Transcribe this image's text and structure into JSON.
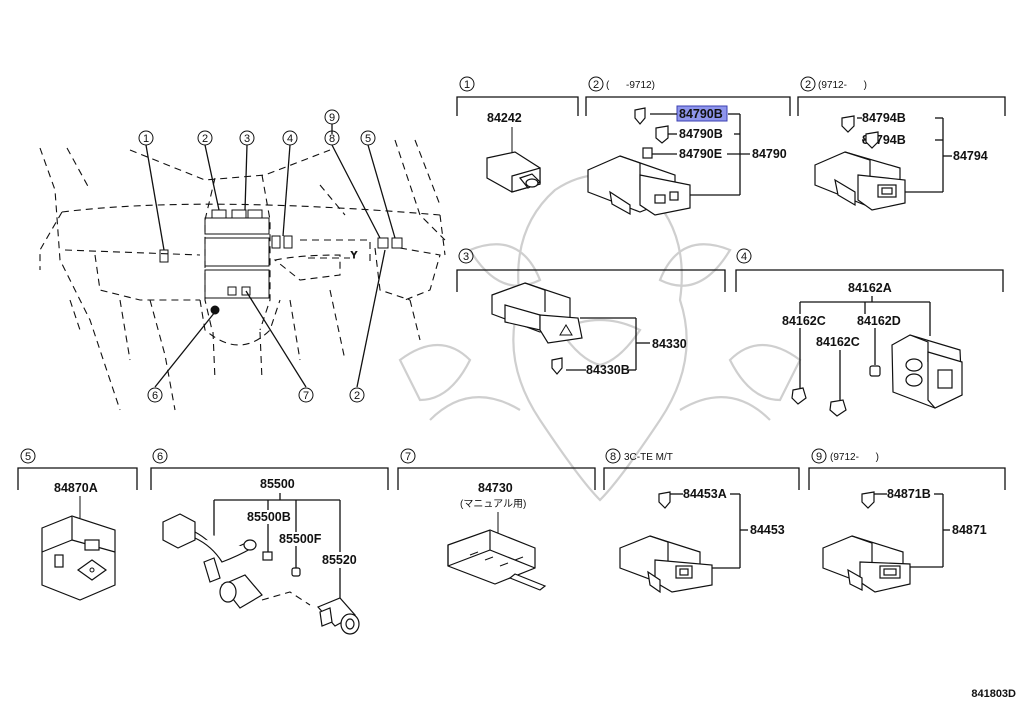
{
  "diagram_ref": "841803D",
  "highlighted_part": "84790B",
  "overview": {
    "callouts_top": [
      "1",
      "2",
      "3",
      "4",
      "9",
      "8",
      "5"
    ],
    "callouts_bottom": [
      "6",
      "7",
      "2"
    ]
  },
  "groups": [
    {
      "id": "1",
      "note": "",
      "parts": [
        "84242"
      ]
    },
    {
      "id": "2",
      "note": "(      -9712)",
      "parts": [
        "84790B",
        "84790B",
        "84790E",
        "84790"
      ]
    },
    {
      "id": "2",
      "note": "(9712-      )",
      "parts": [
        "84794B",
        "84794B",
        "84794"
      ]
    },
    {
      "id": "3",
      "note": "",
      "parts": [
        "84330",
        "84330B"
      ]
    },
    {
      "id": "4",
      "note": "",
      "parts": [
        "84162A",
        "84162C",
        "84162D",
        "84162C"
      ]
    },
    {
      "id": "5",
      "note": "",
      "parts": [
        "84870A"
      ]
    },
    {
      "id": "6",
      "note": "",
      "parts": [
        "85500",
        "85500B",
        "85500F",
        "85520"
      ]
    },
    {
      "id": "7",
      "note": "",
      "parts": [
        "84730"
      ],
      "sublabel": "(マニュアル用)"
    },
    {
      "id": "8",
      "note": "3C-TE M/T",
      "parts": [
        "84453A",
        "84453"
      ]
    },
    {
      "id": "9",
      "note": "(9712-      )",
      "parts": [
        "84871B",
        "84871"
      ]
    }
  ]
}
